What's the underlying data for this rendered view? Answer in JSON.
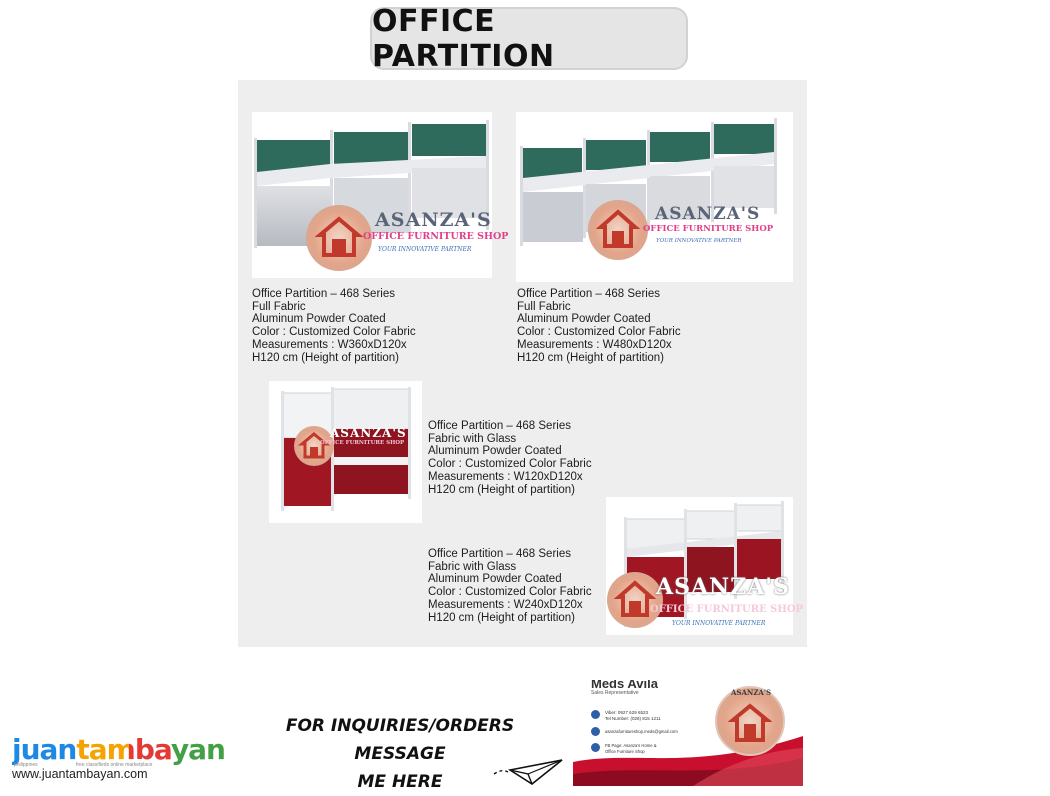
{
  "header": {
    "title": "OFFICE PARTITION"
  },
  "brand": {
    "name": "ASANZA'S",
    "subtitle": "OFFICE FURNITURE SHOP",
    "tagline": "YOUR INNOVATIVE PARTNER"
  },
  "products": [
    {
      "lines": [
        "Office Partition – 468 Series",
        "Full Fabric",
        "Aluminum Powder Coated",
        "Color : Customized Color Fabric",
        "Measurements : W360xD120x",
        "H120 cm (Height of partition)"
      ],
      "panel_color": "#2f6b5c"
    },
    {
      "lines": [
        "Office Partition – 468 Series",
        "Full Fabric",
        "Aluminum Powder Coated",
        "Color : Customized Color Fabric",
        "Measurements : W480xD120x",
        "H120 cm (Height of partition)"
      ],
      "panel_color": "#2f6b5c"
    },
    {
      "lines": [
        "Office Partition – 468 Series",
        "Fabric with Glass",
        "Aluminum Powder Coated",
        "Color : Customized Color Fabric",
        "Measurements : W120xD120x",
        "H120 cm (Height of partition)"
      ],
      "panel_color": "#a01622"
    },
    {
      "lines": [
        "Office Partition – 468 Series",
        "Fabric with Glass",
        "Aluminum Powder Coated",
        "Color : Customized Color Fabric",
        "Measurements : W240xD120x",
        "H120 cm (Height of partition)"
      ],
      "panel_color": "#a01622"
    }
  ],
  "footer": {
    "cta_line1": "FOR INQUIRIES/ORDERS MESSAGE",
    "cta_line2": "ME HERE",
    "icon": "paper-plane-icon"
  },
  "business_card": {
    "name": "Meds Avila",
    "role": "Sales Representative",
    "viber": "Viber: 0927 629 6523",
    "tel": "Tel Number: (028) 815 1211",
    "email": "asanzafurnitureshop.meds@gmail.com",
    "fb": "FB Page: Asanza's Home & Office Furniture Shop",
    "logo_text": "ASANZA'S",
    "accent": "#c8102e"
  },
  "watermark": {
    "brand": "juantambayan",
    "left_small": "philippines",
    "right_small": "free classifieds online marketplace",
    "url": "www.juantambayan.com"
  }
}
